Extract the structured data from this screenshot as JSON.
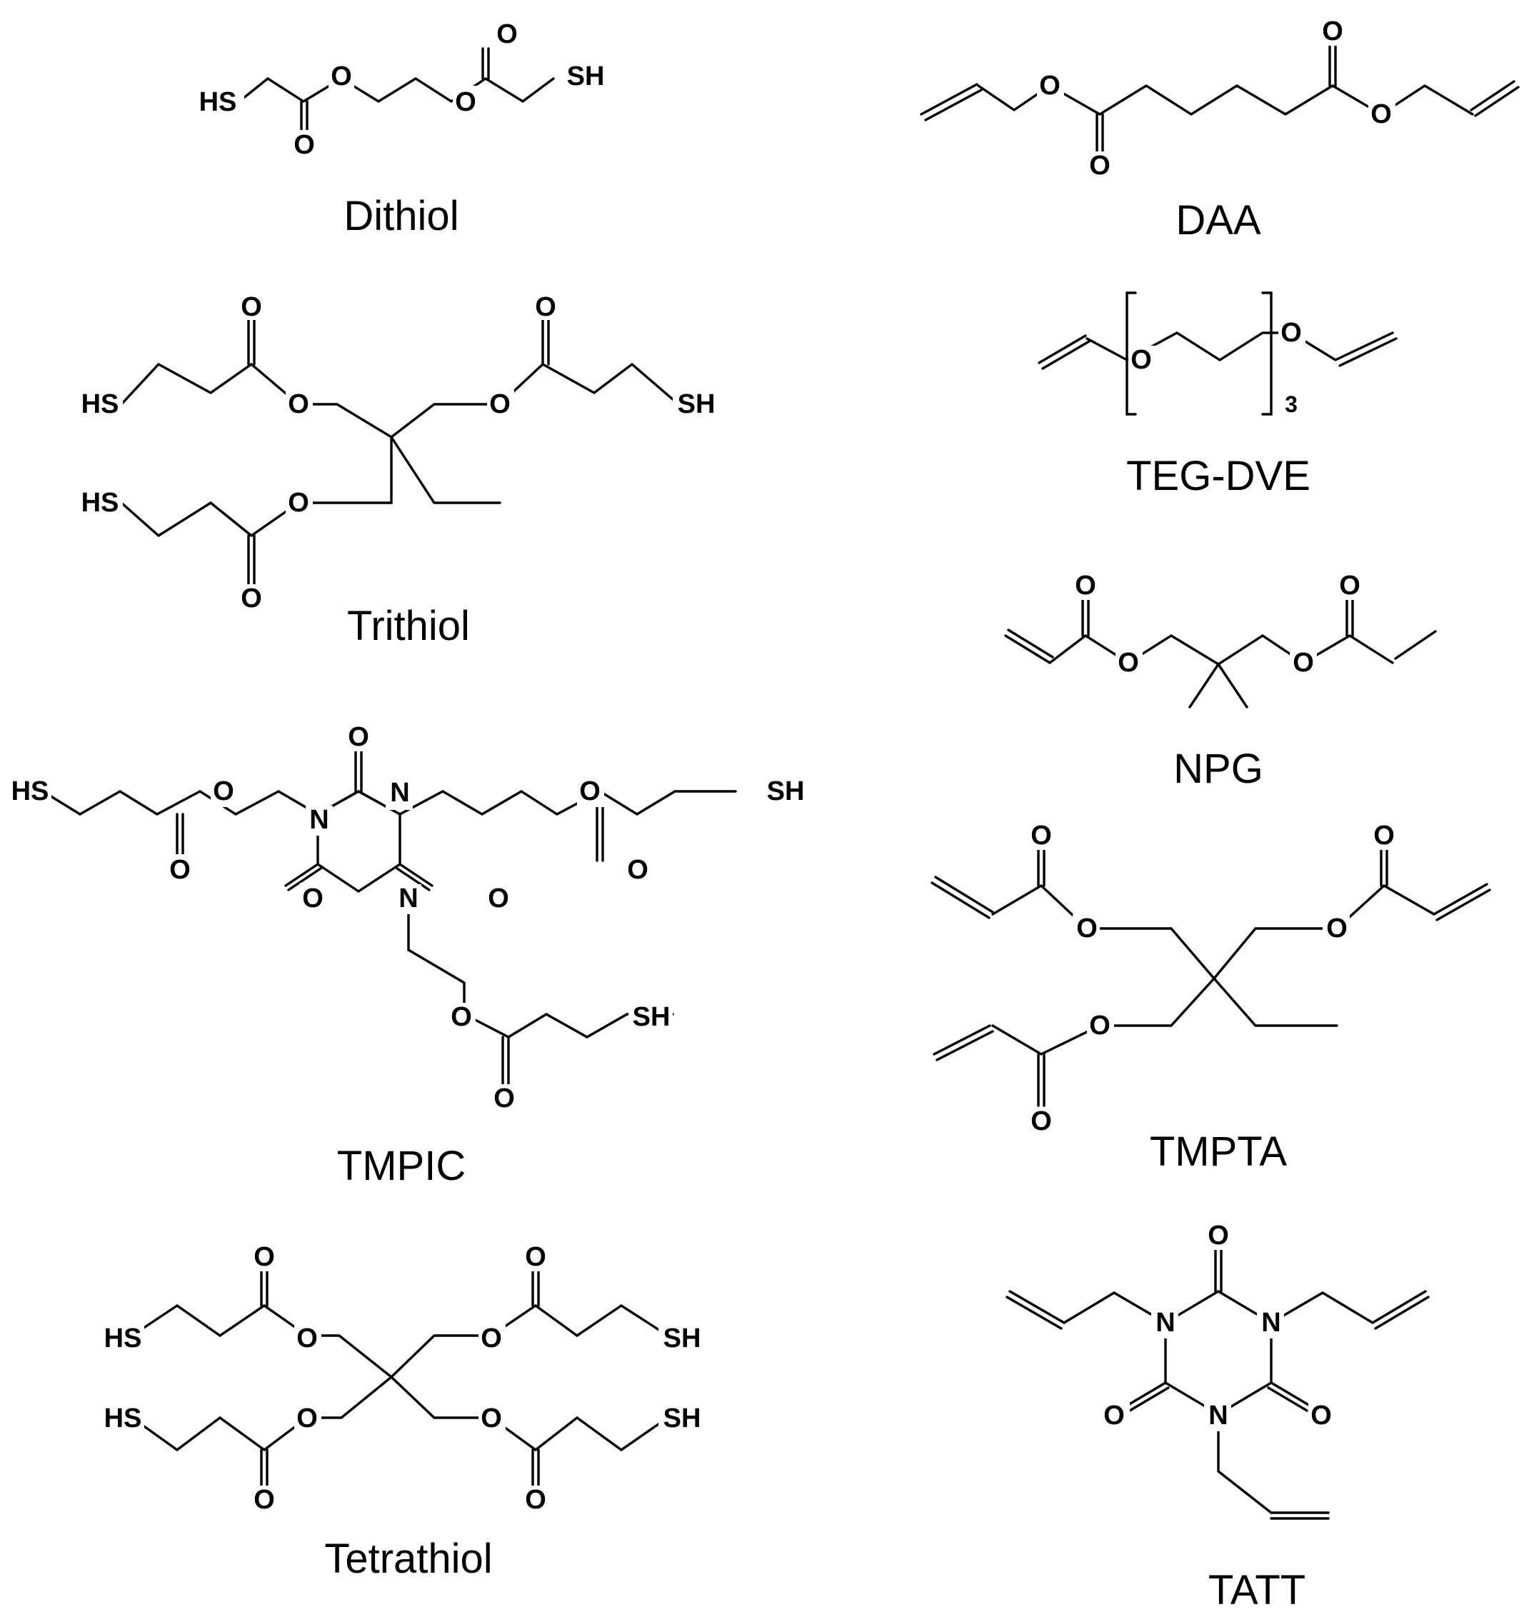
{
  "atoms": {
    "oxygen": "O",
    "nitrogen": "N",
    "thiol": "SH",
    "thiol_left": "HS"
  },
  "repeat_count": "3",
  "compounds": [
    {
      "id": "dithiol",
      "name": "Dithiol"
    },
    {
      "id": "trithiol",
      "name": "Trithiol"
    },
    {
      "id": "tmpic",
      "name": "TMPIC"
    },
    {
      "id": "tetrathiol",
      "name": "Tetrathiol"
    },
    {
      "id": "daa",
      "name": "DAA"
    },
    {
      "id": "tegdve",
      "name": "TEG-DVE"
    },
    {
      "id": "npg",
      "name": "NPG"
    },
    {
      "id": "tmpta",
      "name": "TMPTA"
    },
    {
      "id": "tatt",
      "name": "TATT"
    }
  ]
}
